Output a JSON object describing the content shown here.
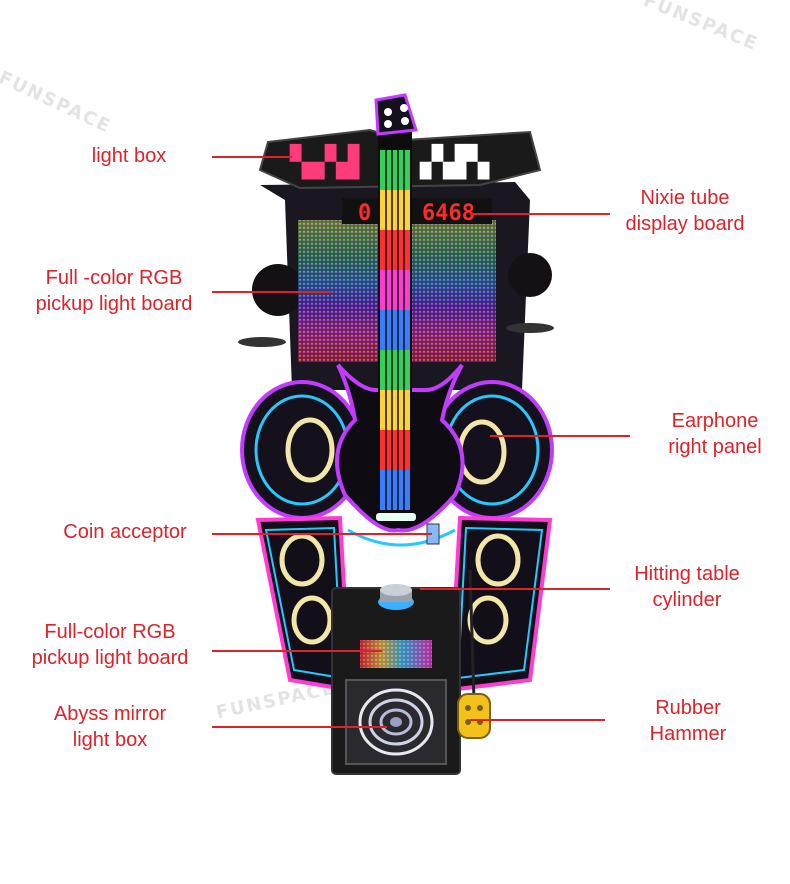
{
  "watermark": "FUNSPACE",
  "display_digits": {
    "left": "0",
    "right": "6468"
  },
  "labels": {
    "light_box": "light box",
    "nixie_line1": "Nixie tube",
    "nixie_line2": "display board",
    "rgb_top_line1": "Full -color RGB",
    "rgb_top_line2": "pickup light board",
    "earphone_line1": "Earphone",
    "earphone_line2": "right panel",
    "coin": "Coin acceptor",
    "hitting_line1": "Hitting table",
    "hitting_line2": "cylinder",
    "rgb_bottom_line1": "Full-color RGB",
    "rgb_bottom_line2": "pickup light board",
    "abyss_line1": "Abyss mirror",
    "abyss_line2": "light box",
    "hammer_line1": "Rubber",
    "hammer_line2": "Hammer"
  },
  "colors": {
    "label_red": "#d8242a",
    "neon_purple": "#c23cff",
    "neon_cyan": "#27c8ff",
    "neon_pink": "#ff3cd2",
    "neon_yellow": "#f2e6a8"
  }
}
